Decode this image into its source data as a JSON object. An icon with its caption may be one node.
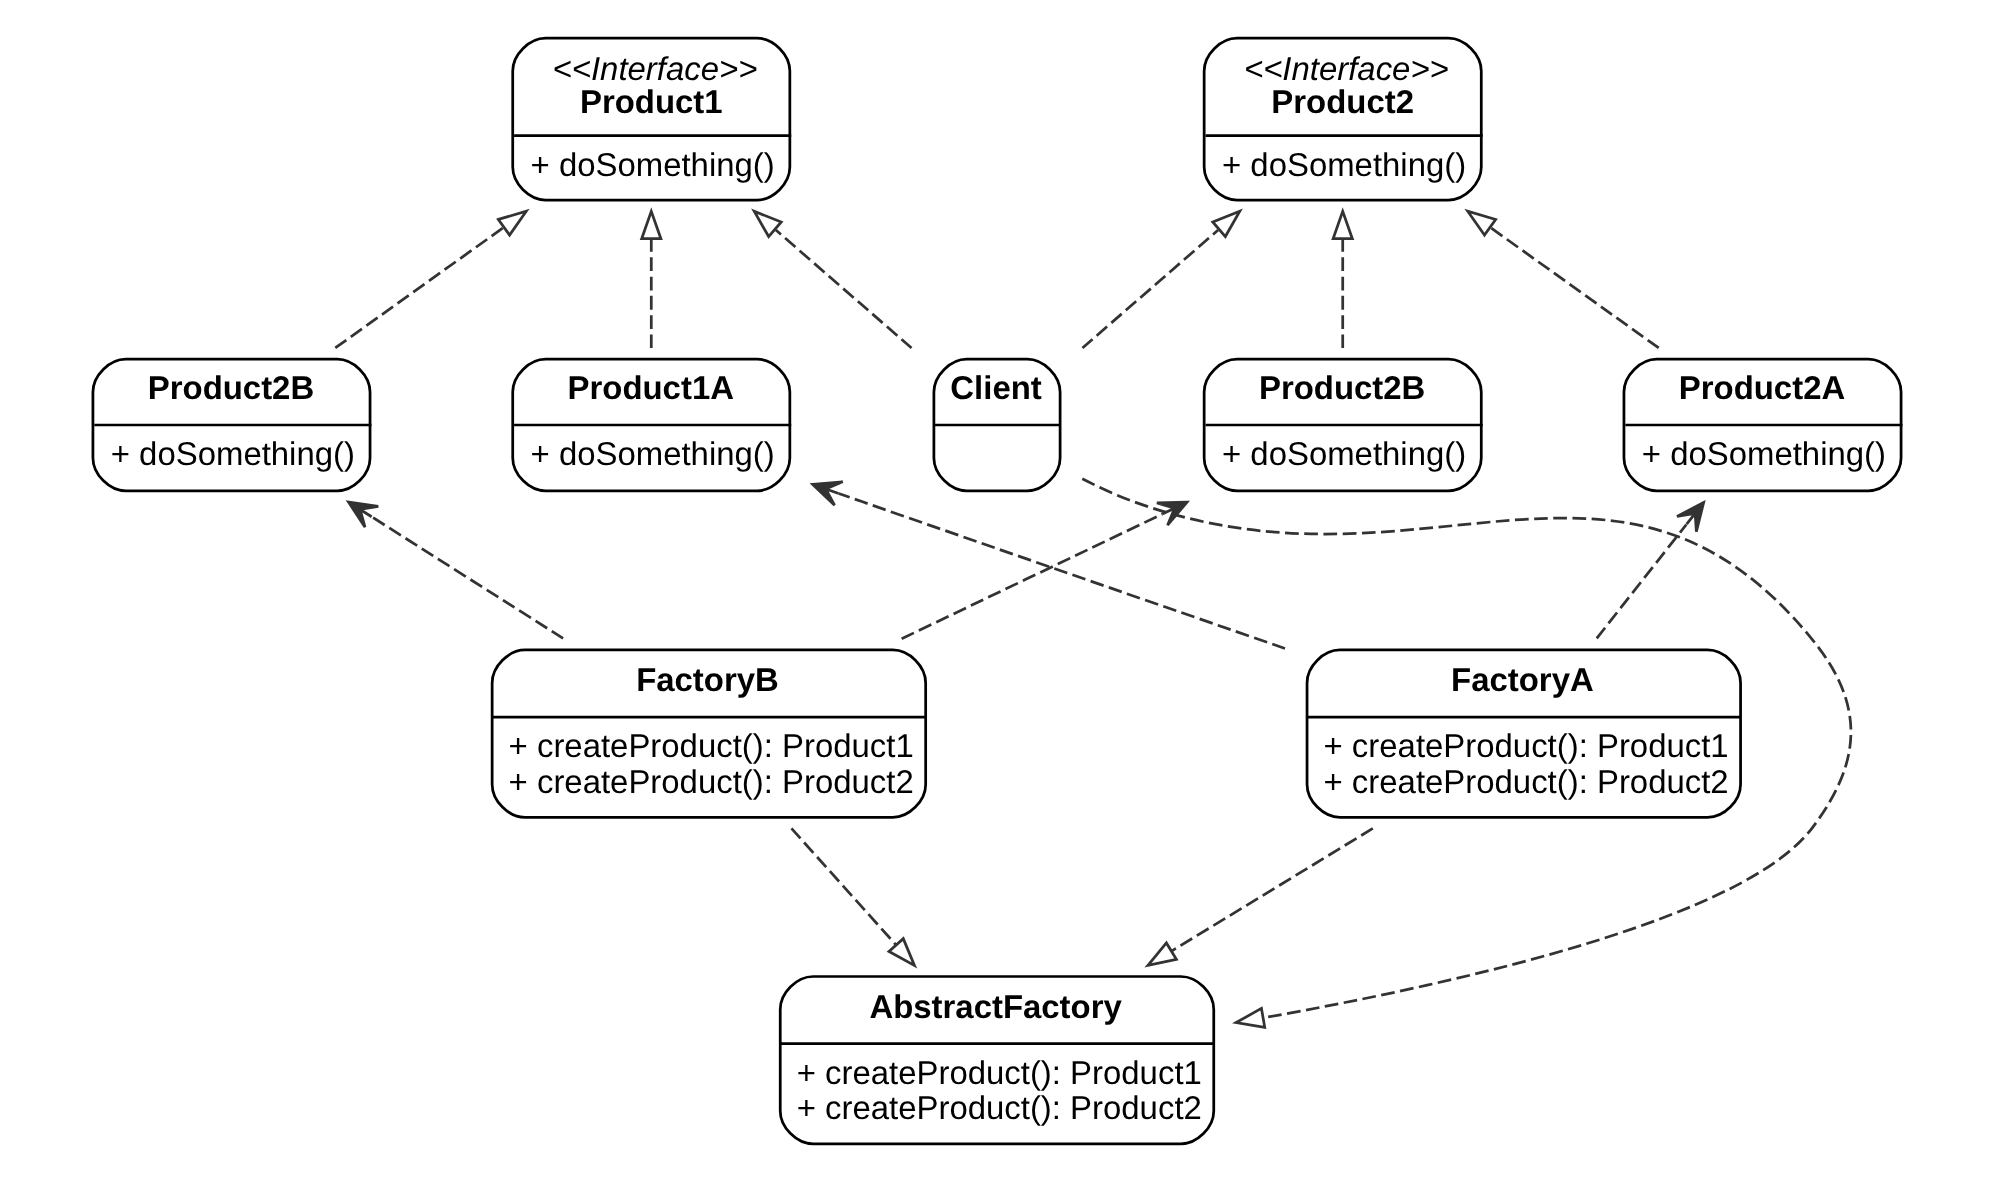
{
  "diagram": {
    "nodes": [
      {
        "text": [
          "<<Interface>>",
          "Product1",
          "+ doSomething()"
        ]
      },
      {
        "text": [
          "<<Interface>>",
          "Product2",
          "+ doSomething()"
        ]
      },
      {
        "text": [
          "Product1A",
          "+ doSomething()"
        ]
      },
      {
        "text": [
          "Product2B",
          "+ doSomething()"
        ]
      },
      {
        "text": [
          "Product2A",
          "+ doSomething()"
        ]
      },
      {
        "text": [
          "Product2B",
          "+ doSomething()"
        ]
      },
      {
        "text": [
          "Client"
        ]
      },
      {
        "text": [
          "FactoryA",
          "+ createProduct(): Product1",
          "+ createProduct(): Product2"
        ]
      },
      {
        "text": [
          "FactoryB",
          "+ createProduct(): Product1",
          "+ createProduct(): Product2"
        ]
      },
      {
        "text": [
          "AbstractFactory",
          "+ createProduct(): Product1",
          "+ createProduct(): Product2"
        ]
      }
    ],
    "edges": [
      {
        "from": 2,
        "to": 0,
        "arrow": "to",
        "style": "dashed"
      },
      {
        "from": 3,
        "to": 0,
        "arrow": "to",
        "style": "dashed"
      },
      {
        "from": 4,
        "to": 1,
        "arrow": "to",
        "style": "dashed"
      },
      {
        "from": 5,
        "to": 1,
        "arrow": "to",
        "style": "dashed"
      },
      {
        "from": 7,
        "to": 2,
        "arrow": "to",
        "style": "dashed"
      },
      {
        "from": 7,
        "to": 4,
        "arrow": "to",
        "style": "dashed"
      },
      {
        "from": 8,
        "to": 3,
        "arrow": "to",
        "style": "dashed"
      },
      {
        "from": 8,
        "to": 5,
        "arrow": "to",
        "style": "dashed"
      },
      {
        "from": 7,
        "to": 9,
        "arrow": "to",
        "style": "dashed"
      },
      {
        "from": 8,
        "to": 9,
        "arrow": "to",
        "style": "dashed"
      },
      {
        "from": 6,
        "to": 0,
        "arrow": "to",
        "style": "dashed"
      },
      {
        "from": 6,
        "to": 1,
        "arrow": "to",
        "style": "dashed"
      },
      {
        "from": 6,
        "to": 9,
        "arrow": "to",
        "style": "dashed"
      }
    ]
  }
}
